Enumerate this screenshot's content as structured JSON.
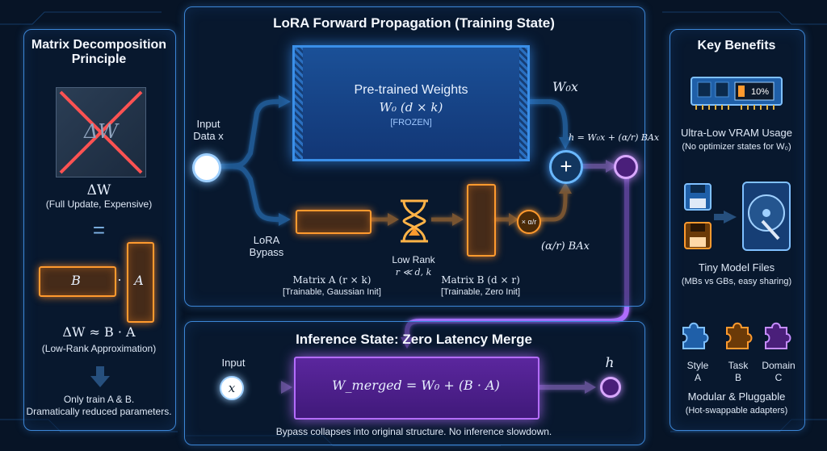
{
  "left_panel": {
    "title_line1": "Matrix Decomposition",
    "title_line2": "Principle",
    "delta_w_label": "ΔW",
    "delta_w_caption": "(Full Update, Expensive)",
    "equals_sign": "=",
    "b_label": "B",
    "dot": "·",
    "a_label": "A",
    "approx_formula": "ΔW ≈ B · A",
    "approx_caption": "(Low-Rank Approximation)",
    "summary_line1": "Only train A & B.",
    "summary_line2": "Dramatically reduced parameters."
  },
  "center_panel": {
    "title": "LoRA Forward Propagation (Training State)",
    "input_label": "Input",
    "input_data": "Data x",
    "pretrained_title": "Pre-trained Weights",
    "pretrained_formula": "W₀ (d × k)",
    "frozen_tag": "[FROZEN]",
    "w0x_label": "W₀x",
    "h_formula": "h = W₀x + (α/r) BAx",
    "plus_symbol": "+",
    "scale_symbol": "× α/r",
    "scaled_output": "(α/r) BAx",
    "bypass_line1": "LoRA",
    "bypass_line2": "Bypass",
    "low_rank_title": "Low Rank",
    "low_rank_condition": "r ≪ d, k",
    "matrix_a_title": "Matrix A (r × k)",
    "matrix_a_note": "[Trainable, Gaussian Init]",
    "matrix_b_title": "Matrix B (d × r)",
    "matrix_b_note": "[Trainable, Zero Init]"
  },
  "inference_panel": {
    "title": "Inference State: Zero Latency Merge",
    "input_label": "Input",
    "input_symbol": "x",
    "merged_formula": "W_merged = W₀ + (B · A)",
    "output_label": "h",
    "caption": "Bypass collapses into original structure. No inference slowdown."
  },
  "right_panel": {
    "title": "Key Benefits",
    "ram_percent": "10%",
    "benefit1_title": "Ultra-Low VRAM Usage",
    "benefit1_caption": "(No optimizer states for W₀)",
    "benefit2_title": "Tiny Model Files",
    "benefit2_caption": "(MBs vs GBs, easy sharing)",
    "puzzle_labels": [
      {
        "line1": "Style",
        "line2": "A"
      },
      {
        "line1": "Task",
        "line2": "B"
      },
      {
        "line1": "Domain",
        "line2": "C"
      }
    ],
    "benefit3_title": "Modular & Pluggable",
    "benefit3_caption": "(Hot-swappable adapters)"
  },
  "colors": {
    "background": "#071426",
    "panel_border": "#3c86d6",
    "frozen_blue": "#2f7fe0",
    "trainable_orange": "#ff9a2e",
    "merge_purple": "#b46cff"
  }
}
